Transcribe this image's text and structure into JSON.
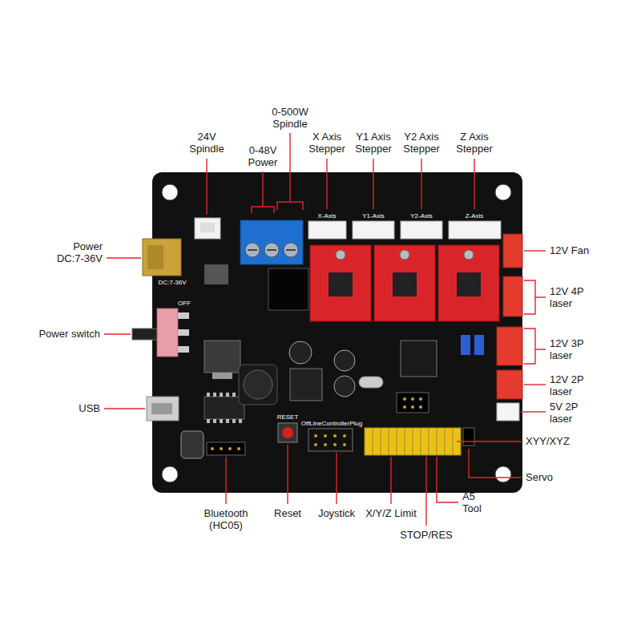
{
  "diagram": {
    "labels": [
      "0-500W Spindle",
      "24V Spindle",
      "0-48V Power",
      "X Axis Stepper",
      "Y1 Axis Stepper",
      "Y2 Axis Stepper",
      "Z Axis Stepper",
      "X-Axis",
      "Y1-Axis",
      "Y2-Axis",
      "Z-Axis",
      "Power DC:7-36V",
      "12V Fan",
      "DC:7-36V",
      "12V 4P laser",
      "OFF",
      "Power switch",
      "12V 3P laser",
      "12V 2P laser",
      "USB",
      "RESET",
      "OffLineControllerPlug",
      "5V 2P laser",
      "XYY/XYZ",
      "Servo",
      "A5 Tool",
      "Bluetooth (HC05)",
      "Reset",
      "Joystick",
      "X/Y/Z Limit",
      "STOP/RES"
    ]
  }
}
